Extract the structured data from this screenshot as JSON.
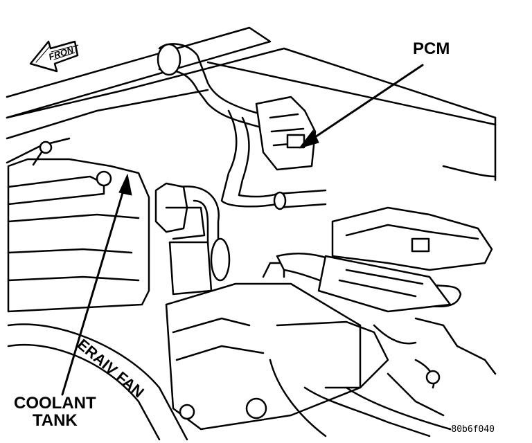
{
  "labels": {
    "front": "FRONT",
    "pcm": "PCM",
    "coolant_line1": "COOLANT",
    "coolant_line2": "TANK",
    "fan_text": "ERAIV FAN",
    "figure_id": "80b6f040"
  }
}
